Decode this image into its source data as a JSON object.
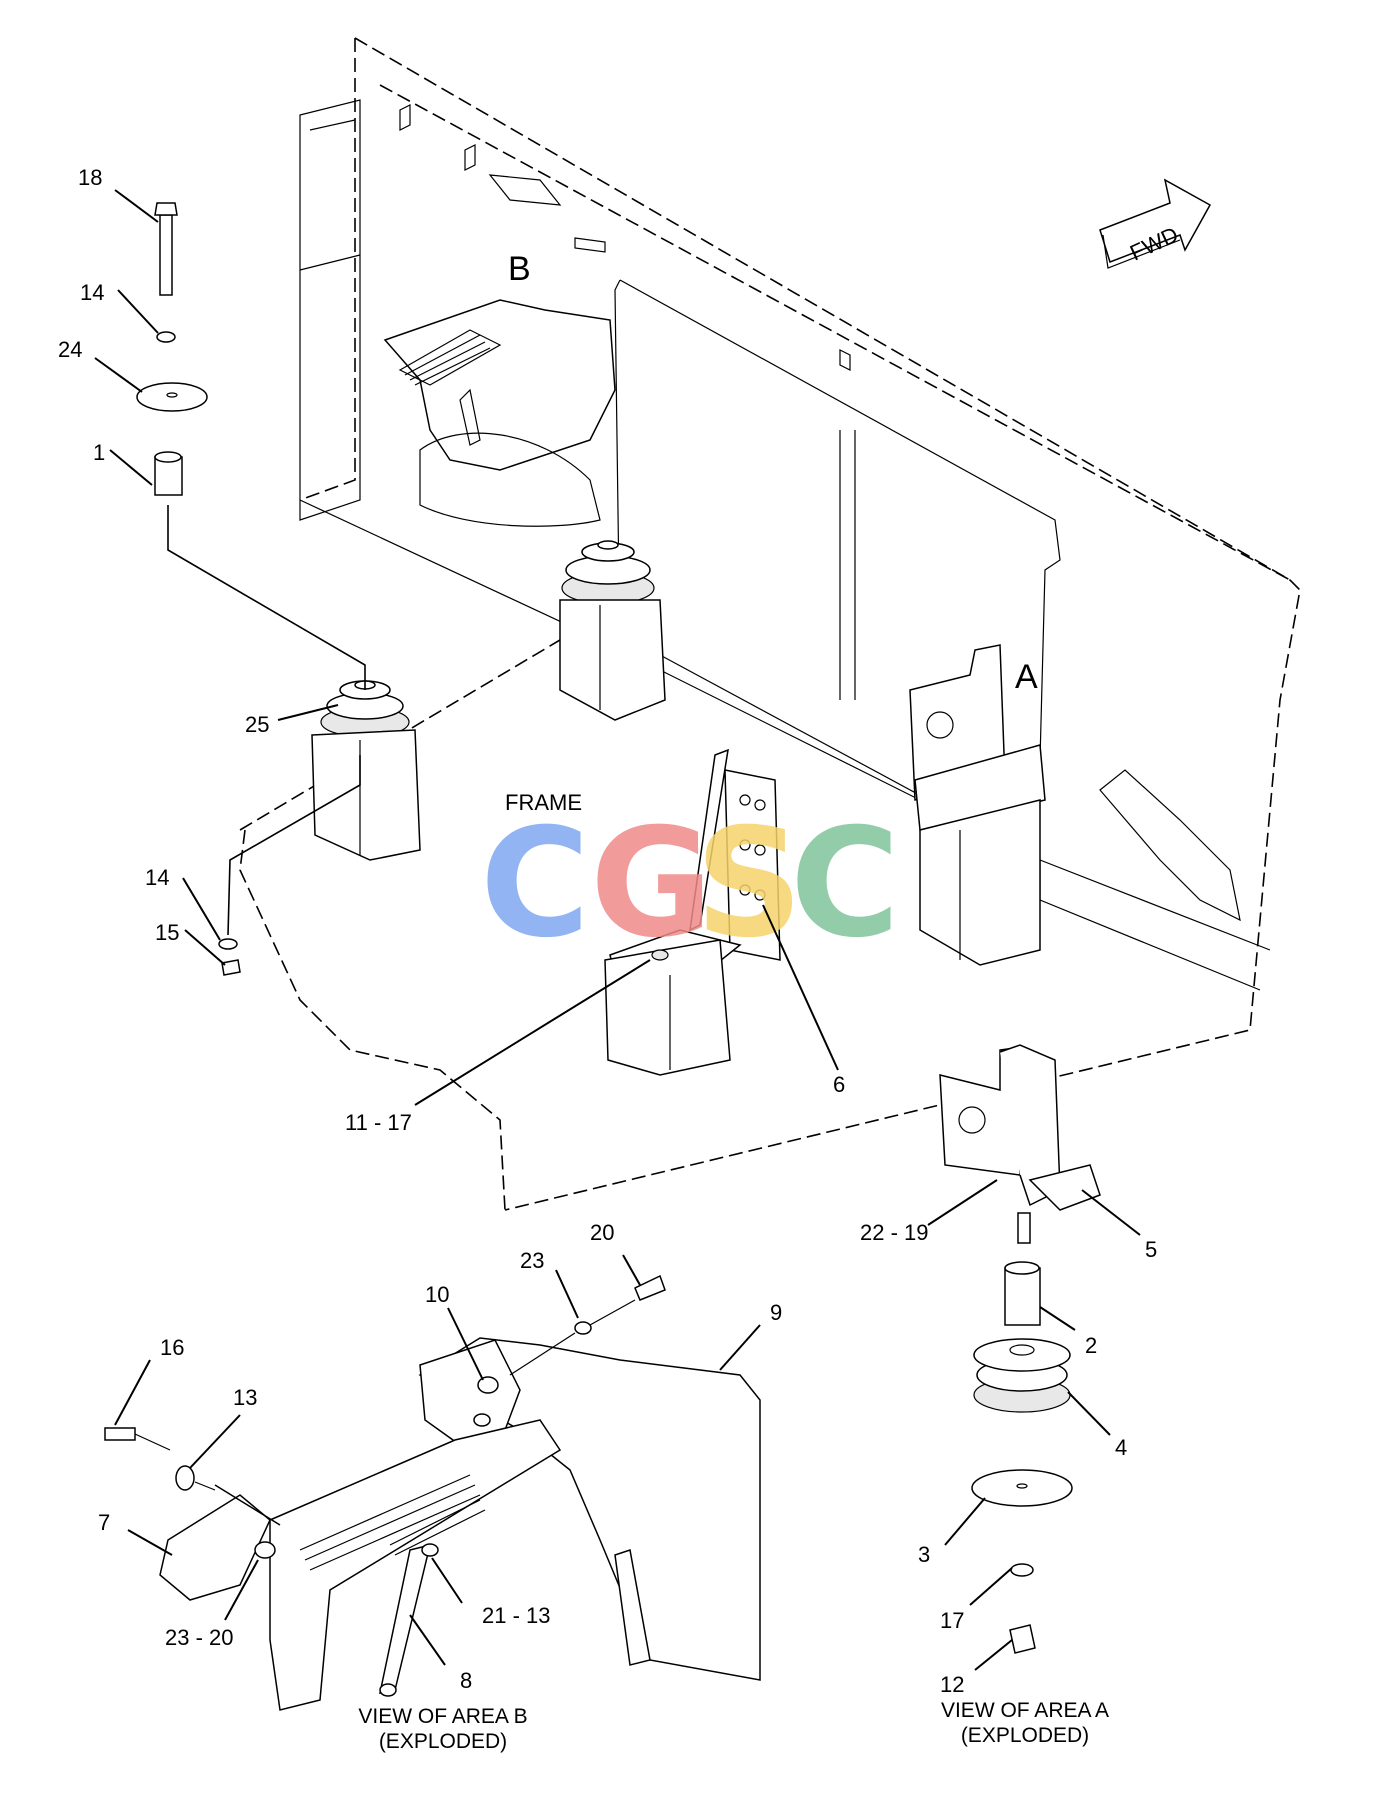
{
  "diagram": {
    "direction_marker": "FWD",
    "area_labels": {
      "b": "B",
      "a": "A"
    },
    "frame_label": "FRAME",
    "watermark": {
      "text": [
        "C",
        "G",
        "S",
        "C"
      ],
      "colors": [
        "#7fa8f0",
        "#f08a8a",
        "#f5d36a",
        "#7fc49a"
      ]
    },
    "callouts": {
      "c18": "18",
      "c14a": "14",
      "c24": "24",
      "c1": "1",
      "c25": "25",
      "c14b": "14",
      "c15": "15",
      "c11_17": "11 - 17",
      "c6": "6",
      "c22_19": "22 - 19",
      "c5": "5",
      "c2": "2",
      "c4": "4",
      "c3": "3",
      "c17": "17",
      "c12": "12",
      "c20": "20",
      "c23": "23",
      "c10": "10",
      "c9": "9",
      "c16": "16",
      "c13": "13",
      "c7": "7",
      "c23_20": "23 - 20",
      "c21_13": "21 - 13",
      "c8": "8"
    },
    "captions": {
      "area_b": [
        "VIEW OF AREA B",
        "(EXPLODED)"
      ],
      "area_a": [
        "VIEW OF AREA A",
        "(EXPLODED)"
      ]
    }
  }
}
